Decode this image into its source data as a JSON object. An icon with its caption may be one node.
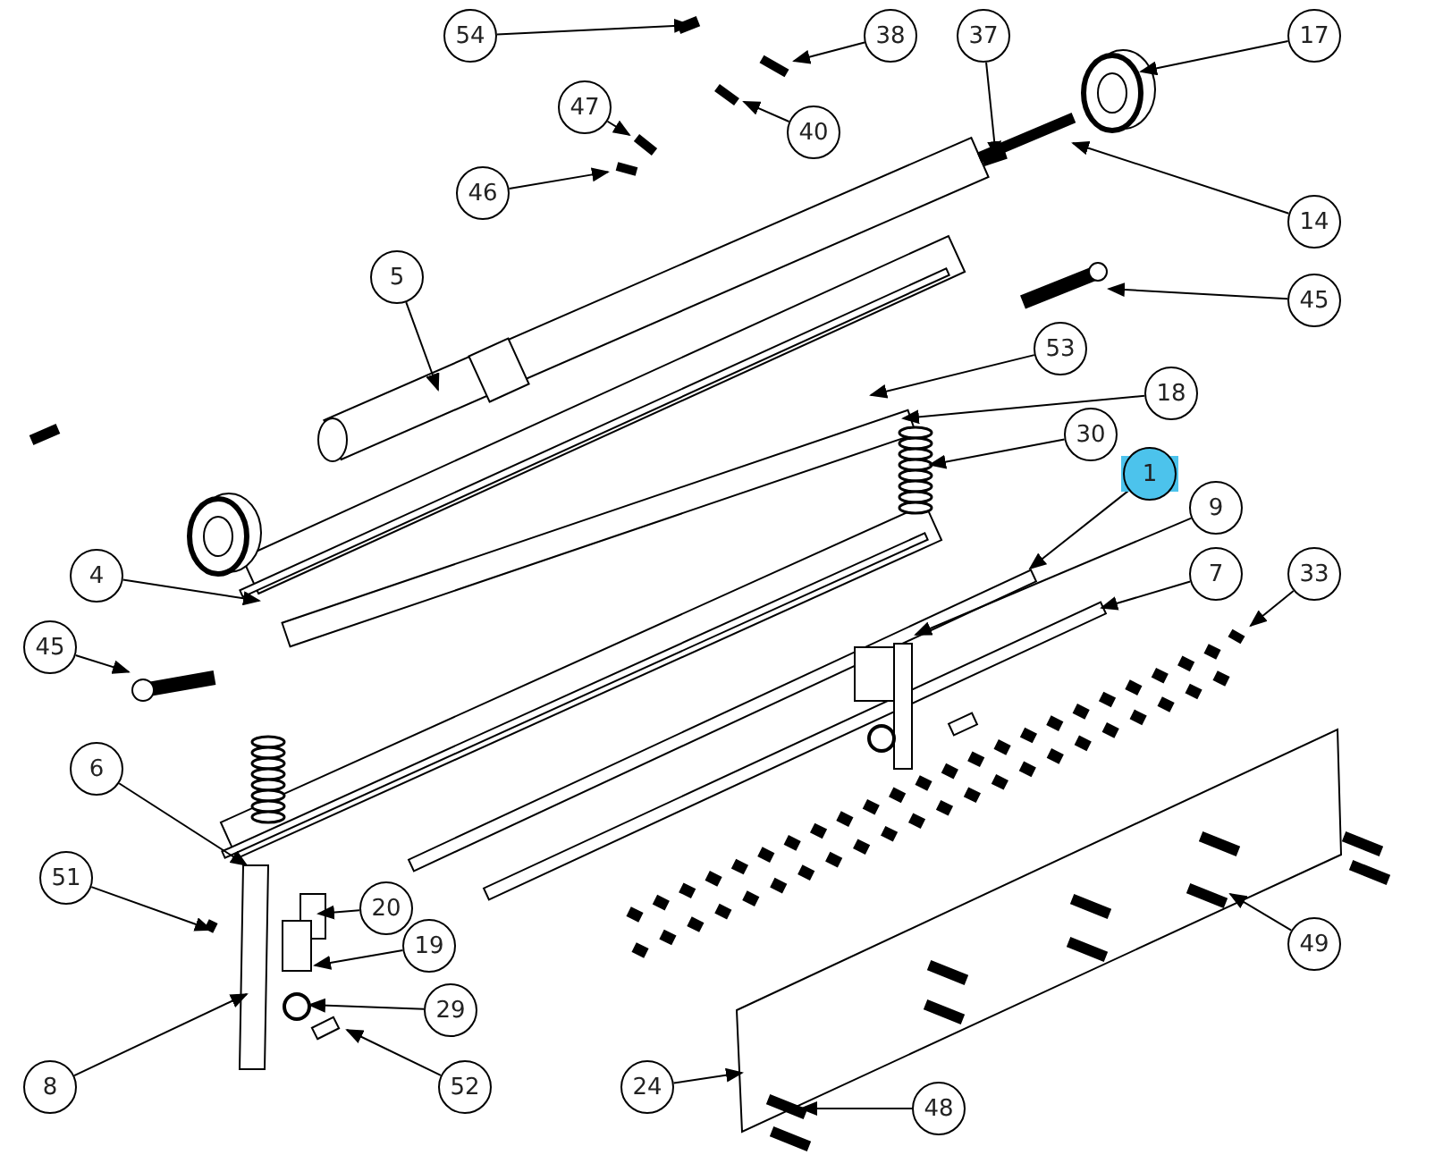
{
  "diagram": {
    "nodes": [
      {
        "text": [
          "54"
        ]
      },
      {
        "text": [
          "38"
        ]
      },
      {
        "text": [
          "37"
        ]
      },
      {
        "text": [
          "17"
        ]
      },
      {
        "text": [
          "47"
        ]
      },
      {
        "text": [
          "40"
        ]
      },
      {
        "text": [
          "46"
        ]
      },
      {
        "text": [
          "5"
        ]
      },
      {
        "text": [
          "14"
        ]
      },
      {
        "text": [
          "45"
        ]
      },
      {
        "text": [
          "53"
        ]
      },
      {
        "text": [
          "18"
        ]
      },
      {
        "text": [
          "30"
        ]
      },
      {
        "text": [
          "1"
        ]
      },
      {
        "text": [
          "9"
        ]
      },
      {
        "text": [
          "4"
        ]
      },
      {
        "text": [
          "7"
        ]
      },
      {
        "text": [
          "33"
        ]
      },
      {
        "text": [
          "45"
        ]
      },
      {
        "text": [
          "6"
        ]
      },
      {
        "text": [
          "51"
        ]
      },
      {
        "text": [
          "20"
        ]
      },
      {
        "text": [
          "19"
        ]
      },
      {
        "text": [
          "29"
        ]
      },
      {
        "text": [
          "49"
        ]
      },
      {
        "text": [
          "8"
        ]
      },
      {
        "text": [
          "52"
        ]
      },
      {
        "text": [
          "24"
        ]
      },
      {
        "text": [
          "48"
        ]
      },
      {
        "text": [],
        "shape": "picture"
      },
      {
        "text": [],
        "shape": "picture"
      },
      {
        "text": [],
        "shape": "picture"
      },
      {
        "text": [],
        "shape": "picture"
      },
      {
        "text": [],
        "shape": "picture"
      },
      {
        "text": [],
        "shape": "picture"
      },
      {
        "text": [],
        "shape": "picture"
      }
    ],
    "edges": [
      {
        "from": 0,
        "to": null,
        "arrow": "to"
      },
      {
        "from": 1,
        "to": 29,
        "arrow": "to"
      },
      {
        "from": 2,
        "to": null,
        "arrow": "to"
      },
      {
        "from": 3,
        "to": null,
        "arrow": "to"
      },
      {
        "from": 4,
        "to": 30,
        "arrow": "to"
      },
      {
        "from": 5,
        "to": 35,
        "arrow": "to"
      },
      {
        "from": 6,
        "to": 31,
        "arrow": "to"
      },
      {
        "from": 7,
        "to": null,
        "arrow": "to"
      },
      {
        "from": 8,
        "to": null,
        "arrow": "to"
      },
      {
        "from": 9,
        "to": 32,
        "arrow": "to"
      },
      {
        "from": 10,
        "to": null,
        "arrow": "to"
      },
      {
        "from": 11,
        "to": null,
        "arrow": "to"
      },
      {
        "from": 12,
        "to": null,
        "arrow": "to"
      },
      {
        "from": 13,
        "to": null,
        "arrow": "to"
      },
      {
        "from": 14,
        "to": null,
        "arrow": "to"
      },
      {
        "from": 15,
        "to": null,
        "arrow": "to"
      },
      {
        "from": 16,
        "to": null,
        "arrow": "to"
      },
      {
        "from": 17,
        "to": 33,
        "arrow": "to"
      },
      {
        "from": 18,
        "to": 34,
        "arrow": "to"
      },
      {
        "from": 19,
        "to": null,
        "arrow": "to"
      },
      {
        "from": 20,
        "to": null,
        "arrow": "to"
      },
      {
        "from": 21,
        "to": null,
        "arrow": "to"
      },
      {
        "from": 22,
        "to": null,
        "arrow": "to"
      },
      {
        "from": 23,
        "to": null,
        "arrow": "to"
      },
      {
        "from": 24,
        "to": null,
        "arrow": "to"
      },
      {
        "from": 25,
        "to": null,
        "arrow": "to"
      },
      {
        "from": 26,
        "to": null,
        "arrow": "to"
      },
      {
        "from": 27,
        "to": null,
        "arrow": "to"
      },
      {
        "from": 28,
        "to": null,
        "arrow": "to"
      }
    ]
  }
}
